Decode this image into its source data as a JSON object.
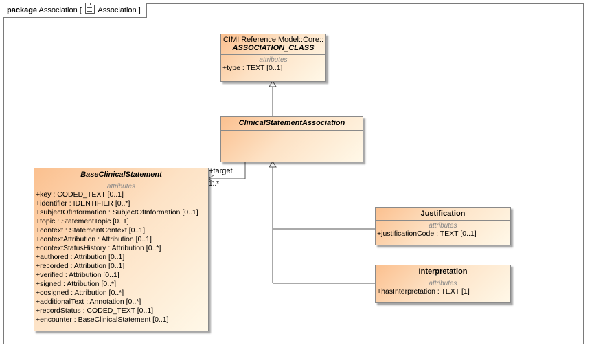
{
  "package": {
    "keyword": "package",
    "name": "Association",
    "bracket_name": "Association",
    "open": "[",
    "close": "]"
  },
  "classes": {
    "association_class": {
      "prefix": "CIMI Reference Model::Core::",
      "name": "ASSOCIATION_CLASS",
      "section": "attributes",
      "attributes": [
        {
          "name": "+type",
          "type": " : TEXT [0..1]"
        }
      ]
    },
    "clinical_statement_association": {
      "name": "ClinicalStatementAssociation"
    },
    "base_clinical_statement": {
      "name": "BaseClinicalStatement",
      "section": "attributes",
      "attributes": [
        {
          "name": "+key",
          "type": " : CODED_TEXT [0..1]"
        },
        {
          "name": "+identifier",
          "type": " : IDENTIFIER [0..*]"
        },
        {
          "name": "+subjectOfInformation",
          "type": " : SubjectOfInformation [0..1]"
        },
        {
          "name": "+topic",
          "type": " : StatementTopic [0..1]"
        },
        {
          "name": "+context",
          "type": " : StatementContext [0..1]"
        },
        {
          "name": "+contextAttribution",
          "type": " : Attribution [0..1]"
        },
        {
          "name": "+contextStatusHistory",
          "type": " : Attribution [0..*]"
        },
        {
          "name": "+authored",
          "type": " : Attribution [0..1]"
        },
        {
          "name": "+recorded",
          "type": " : Attribution [0..1]"
        },
        {
          "name": "+verified",
          "type": " : Attribution [0..1]"
        },
        {
          "name": "+signed",
          "type": " : Attribution [0..*]"
        },
        {
          "name": "+cosigned",
          "type": " : Attribution [0..*]"
        },
        {
          "name": "+additionalText",
          "type": " : Annotation [0..*]"
        },
        {
          "name": "+recordStatus",
          "type": " : CODED_TEXT [0..1]"
        },
        {
          "name": "+encounter",
          "type": " : BaseClinicalStatement [0..1]"
        }
      ]
    },
    "justification": {
      "name": "Justification",
      "section": "attributes",
      "attributes": [
        {
          "name": "+justificationCode",
          "type": " : TEXT [0..1]"
        }
      ]
    },
    "interpretation": {
      "name": "Interpretation",
      "section": "attributes",
      "attributes": [
        {
          "name": "+hasInterpretation",
          "type": " : TEXT [1]"
        }
      ]
    }
  },
  "association": {
    "role": "+target",
    "multiplicity": "1..*"
  }
}
